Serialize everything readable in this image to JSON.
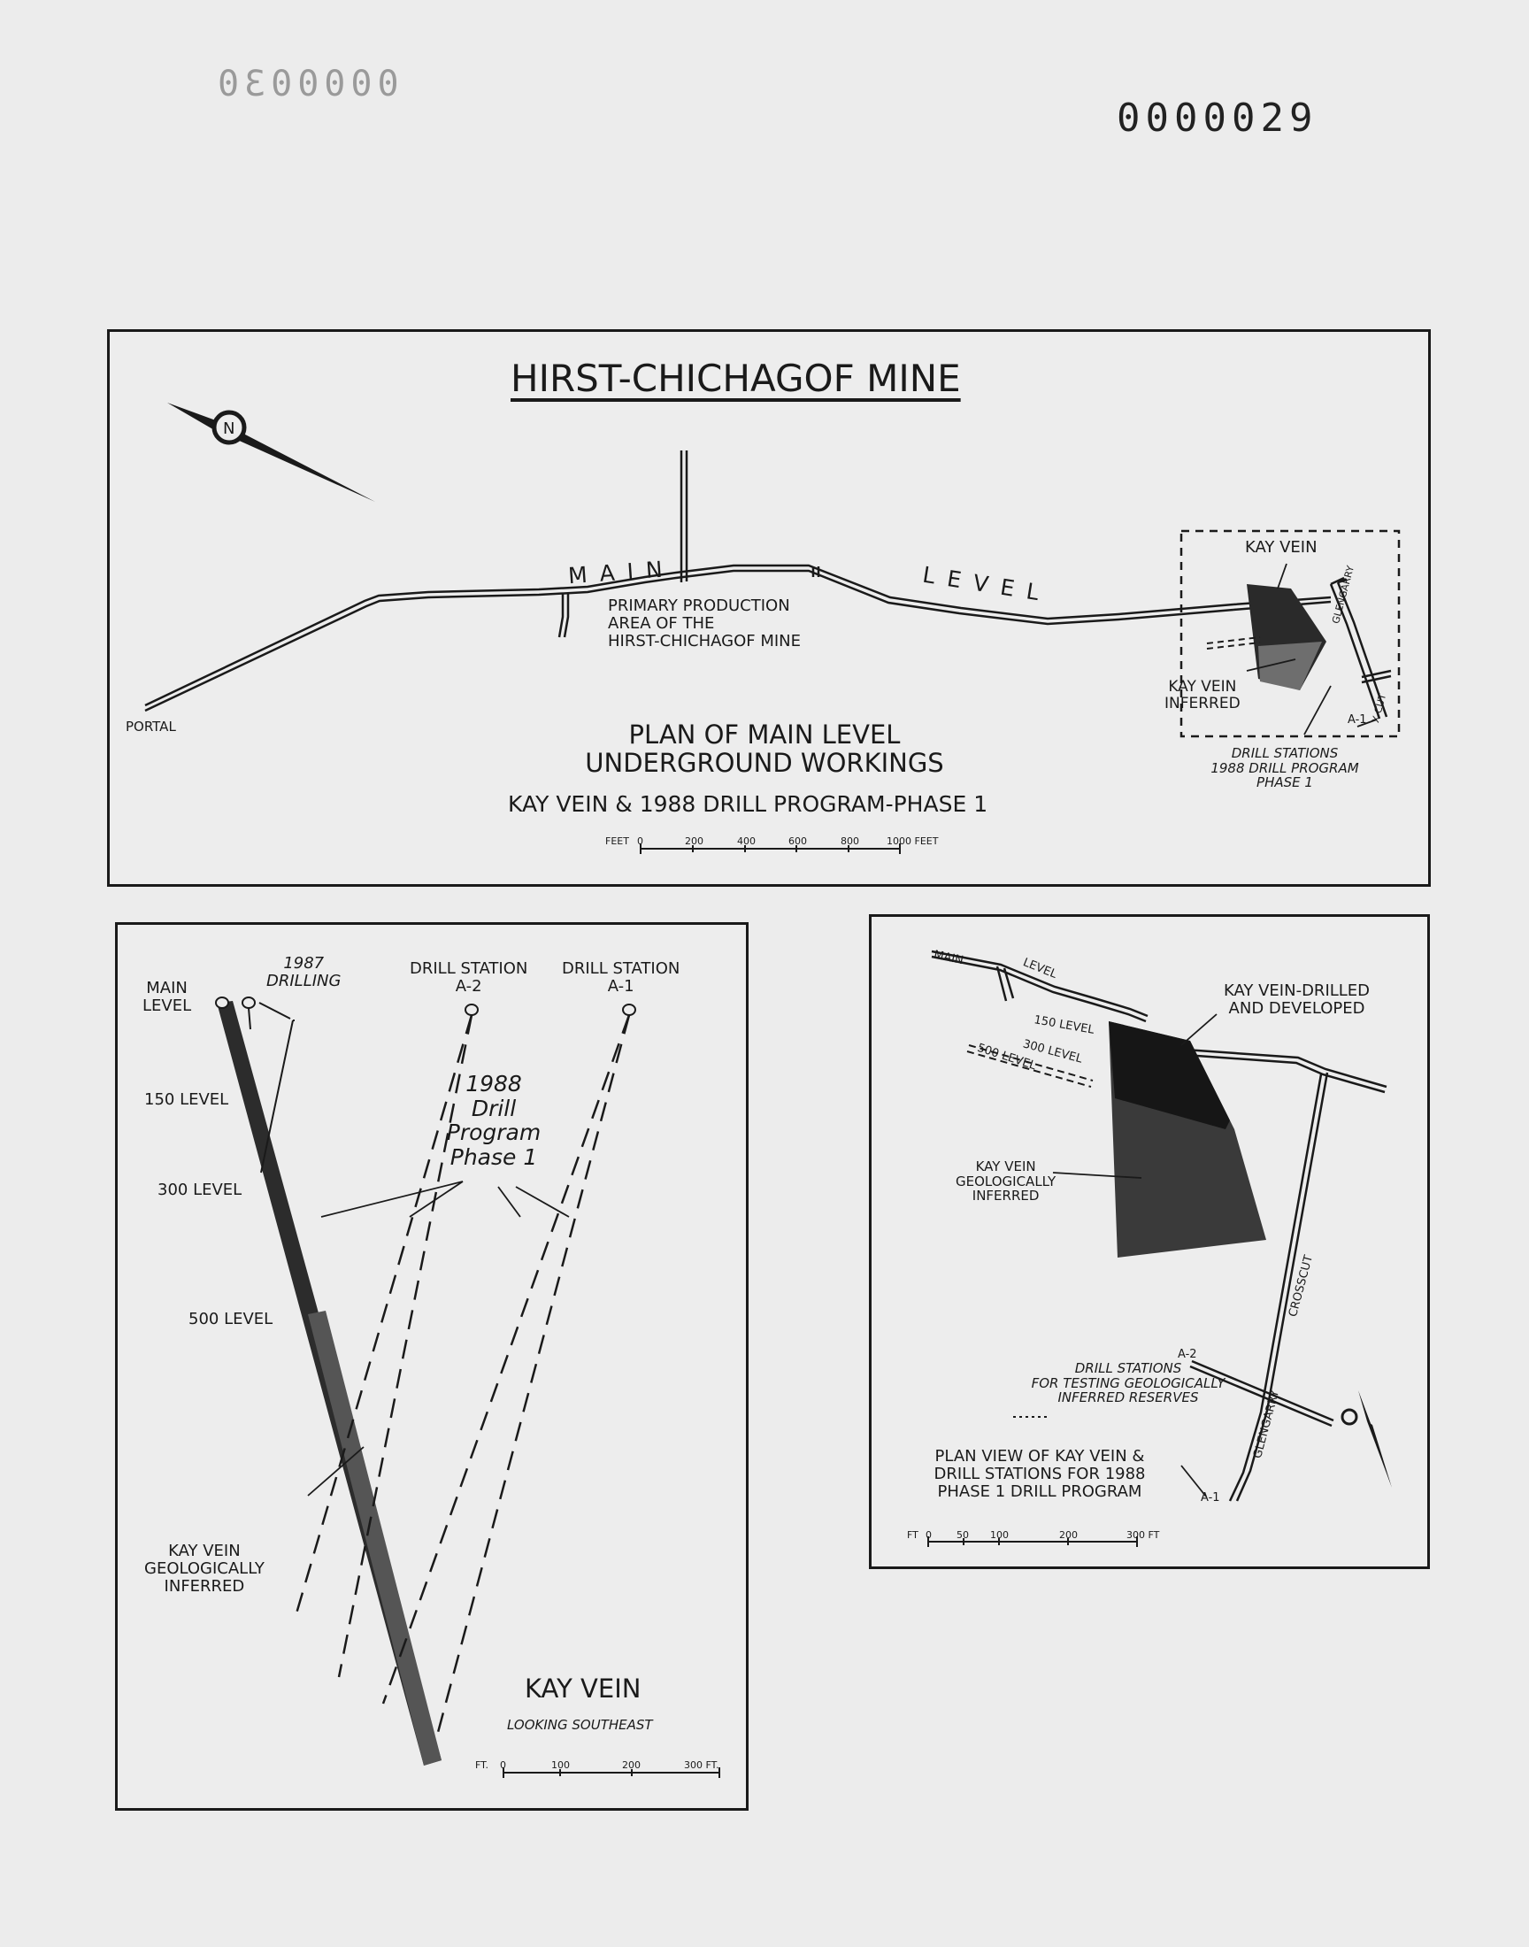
{
  "stamps": {
    "faint": "0000030",
    "main": "0000029"
  },
  "top_panel": {
    "title": "HIRST-CHICHAGOF MINE",
    "portal": "PORTAL",
    "main": "MAIN",
    "level": "LEVEL",
    "primary_production": [
      "PRIMARY PRODUCTION",
      "AREA OF THE",
      "HIRST-CHICHAGOF MINE"
    ],
    "kay_vein": "KAY VEIN",
    "kay_vein_inferred": [
      "KAY VEIN",
      "INFERRED"
    ],
    "glengarry": "GLENGARRY",
    "xcut": "X-CUT",
    "a1": "A-1",
    "drill_stations": [
      "DRILL STATIONS",
      "1988 DRILL PROGRAM",
      "PHASE 1"
    ],
    "subtitle": [
      "PLAN OF MAIN LEVEL",
      "UNDERGROUND WORKINGS"
    ],
    "subtitle2": "KAY VEIN & 1988 DRILL PROGRAM-PHASE 1",
    "scale": {
      "prefix": "FEET",
      "ticks": [
        "0",
        "200",
        "400",
        "600",
        "800",
        "1000 FEET"
      ]
    }
  },
  "left_panel": {
    "main_level": [
      "MAIN",
      "LEVEL"
    ],
    "drilling_1987": [
      "1987",
      "DRILLING"
    ],
    "drill_station_a2": [
      "DRILL STATION",
      "A-2"
    ],
    "drill_station_a1": [
      "DRILL STATION",
      "A-1"
    ],
    "program": [
      "1988",
      "Drill",
      "Program",
      "Phase 1"
    ],
    "level_150": "150 LEVEL",
    "level_300": "300 LEVEL",
    "level_500": "500 LEVEL",
    "kay_vein_inferred": [
      "KAY VEIN",
      "GEOLOGICALLY",
      "INFERRED"
    ],
    "title": "KAY VEIN",
    "subtitle": "LOOKING SOUTHEAST",
    "scale": {
      "prefix": "FT.",
      "ticks": [
        "0",
        "100",
        "200",
        "300 FT."
      ]
    }
  },
  "right_panel": {
    "main": "MAIN",
    "level": "LEVEL",
    "level_150": "150 LEVEL",
    "level_300": "300 LEVEL",
    "level_500": "500 LEVEL",
    "kay_vein_drilled": [
      "KAY VEIN-DRILLED",
      "AND DEVELOPED"
    ],
    "kay_vein_inferred": [
      "KAY VEIN",
      "GEOLOGICALLY",
      "INFERRED"
    ],
    "crosscut": "CROSSCUT",
    "a2": "A-2",
    "a1": "A-1",
    "glengarry": "GLENGARRY",
    "drill_stations": [
      "DRILL STATIONS",
      "FOR TESTING GEOLOGICALLY",
      "INFERRED RESERVES"
    ],
    "title": [
      "PLAN VIEW OF KAY VEIN &",
      "DRILL STATIONS FOR 1988",
      "PHASE 1 DRILL PROGRAM"
    ],
    "scale": {
      "prefix": "FT",
      "ticks": [
        "0",
        "50",
        "100",
        "200",
        "300 FT"
      ]
    }
  }
}
